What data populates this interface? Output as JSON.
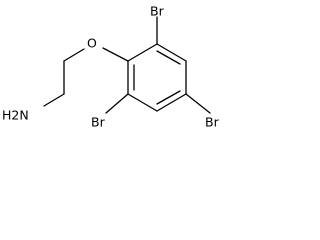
{
  "molecule": {
    "atoms": {
      "br_top": "Br",
      "oxygen": "O",
      "br_right": "Br",
      "br_bottom_left": "Br",
      "amine": "H2N"
    },
    "colors": {
      "bond": "#000000",
      "label": "#000000",
      "background": "#ffffff"
    }
  }
}
